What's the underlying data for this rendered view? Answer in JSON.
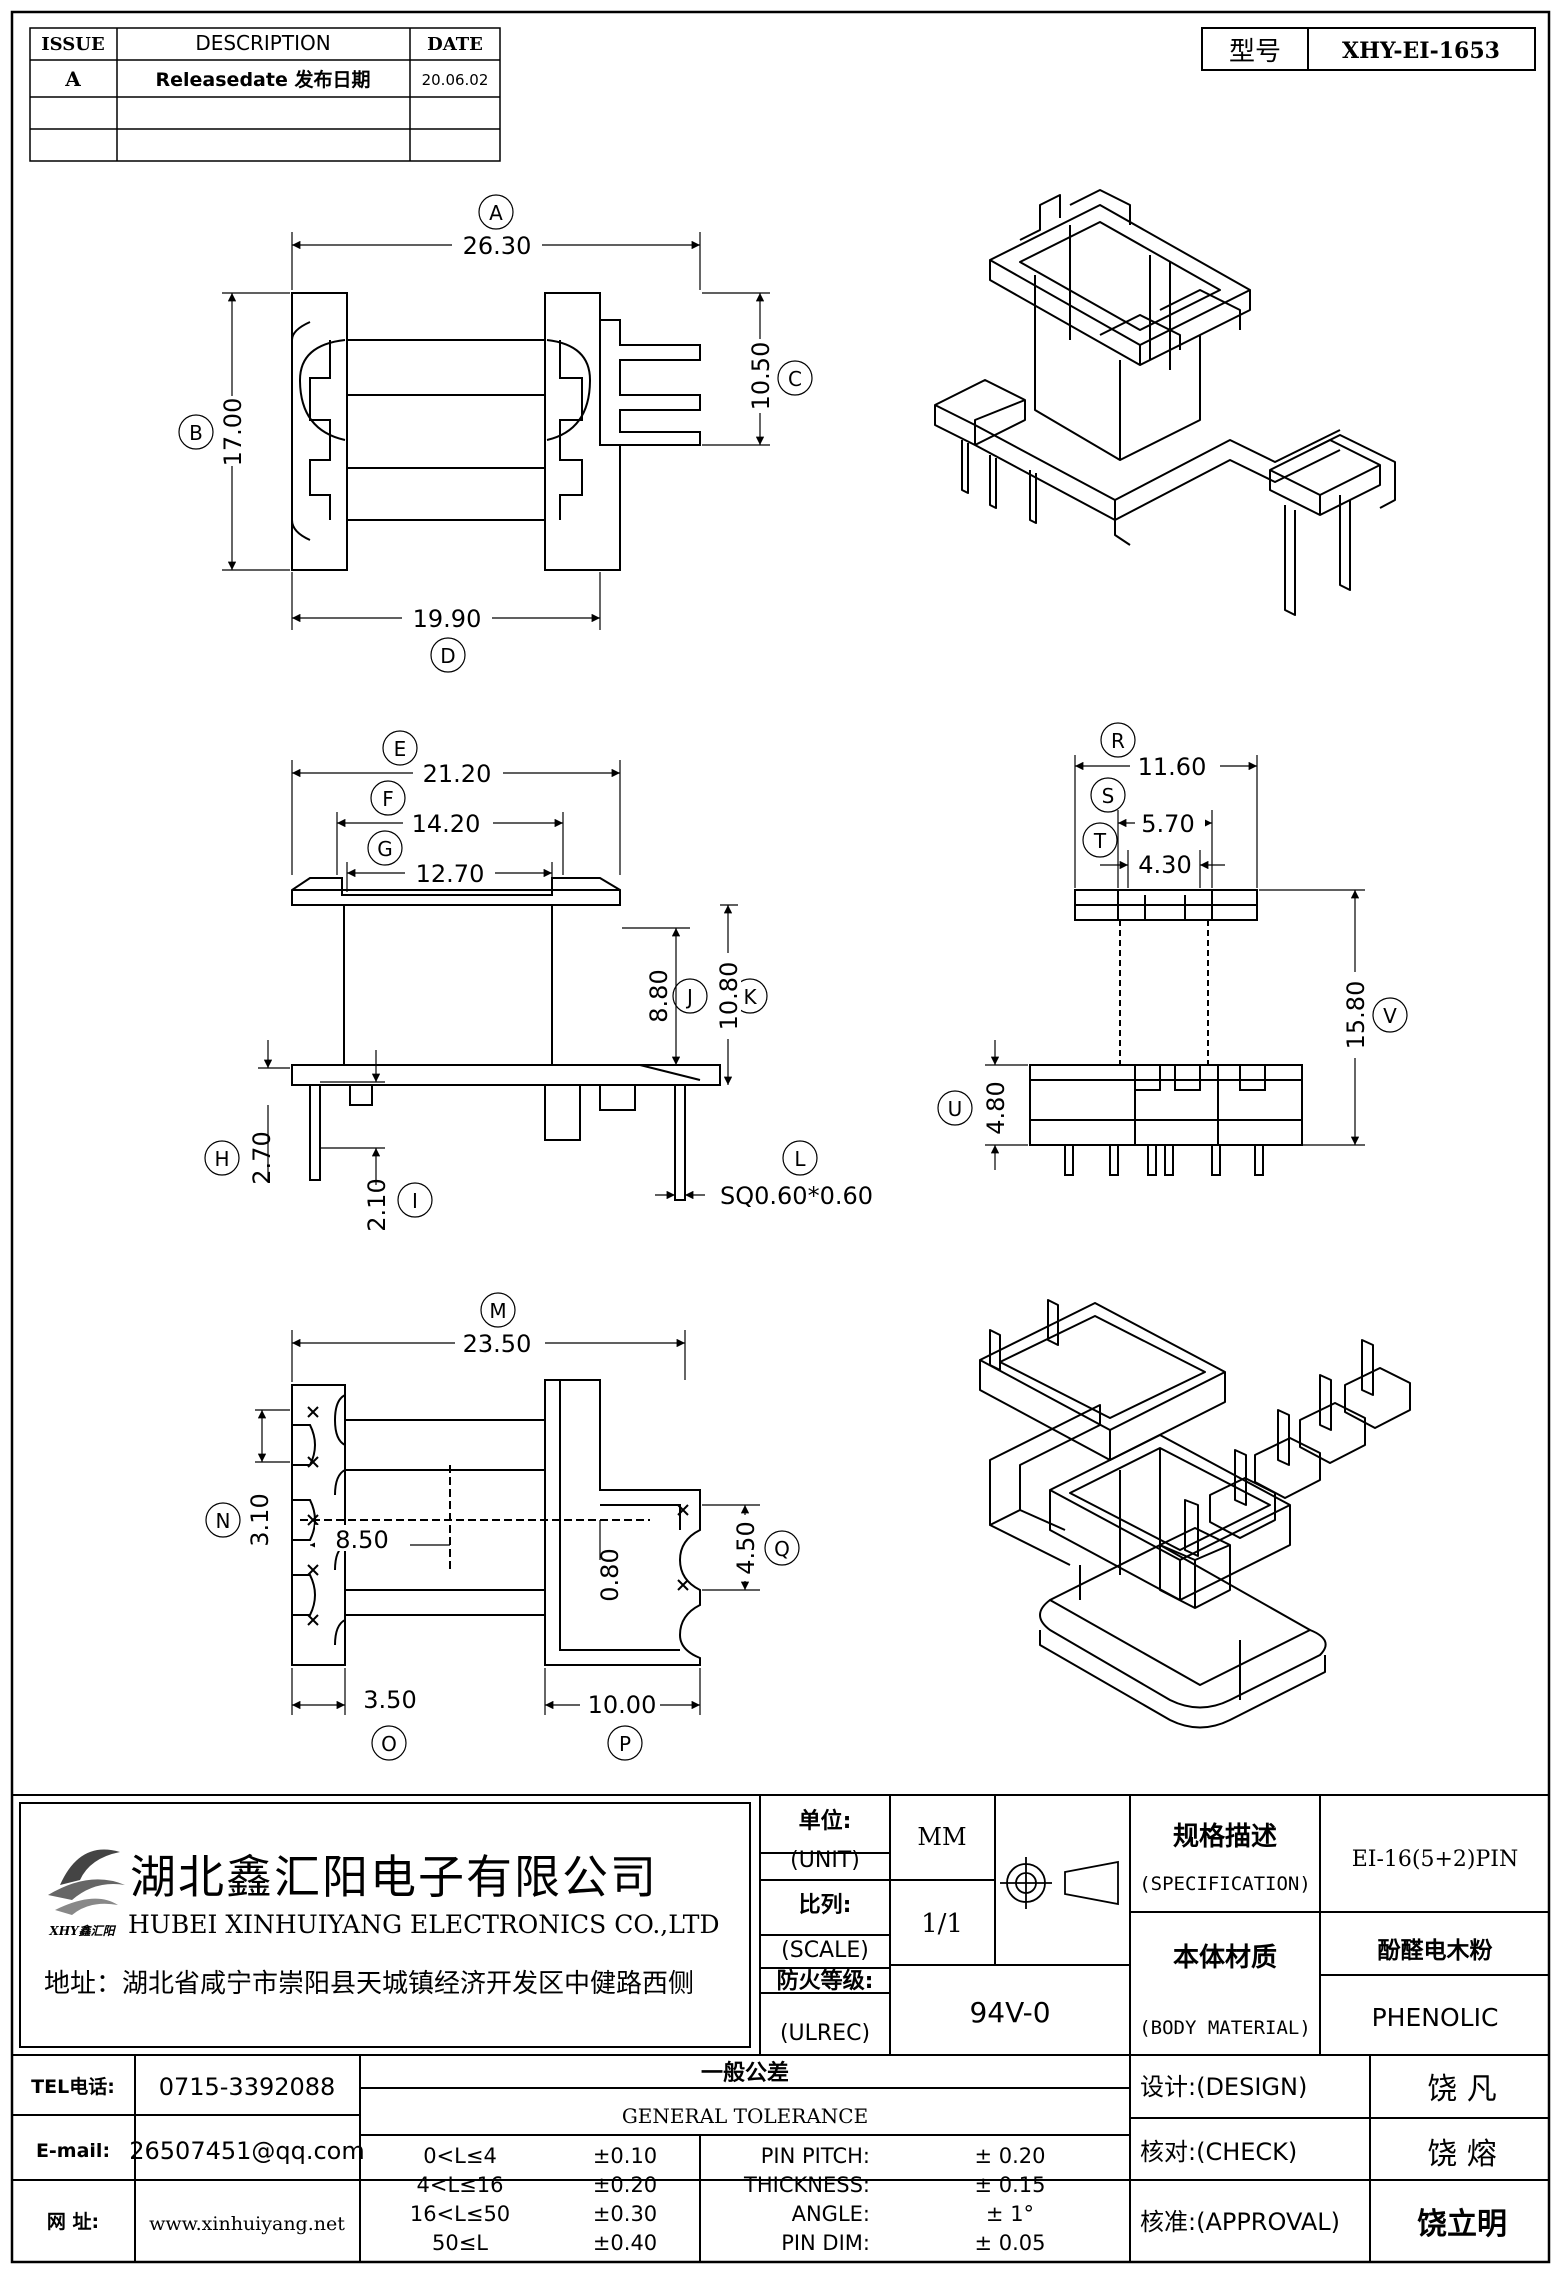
{
  "revision_table": {
    "headers": [
      "ISSUE",
      "DESCRIPTION",
      "DATE"
    ],
    "rows": [
      {
        "issue": "A",
        "description": "Releasedate 发布日期",
        "date": "20.06.02"
      },
      {
        "issue": "",
        "description": "",
        "date": ""
      },
      {
        "issue": "",
        "description": "",
        "date": ""
      }
    ]
  },
  "model": {
    "label": "型号",
    "value": "XHY-EI-1653"
  },
  "top_view": {
    "dim_A": {
      "letter": "A",
      "value": "26.30"
    },
    "dim_B": {
      "letter": "B",
      "value": "17.00"
    },
    "dim_C": {
      "letter": "C",
      "value": "10.50"
    },
    "dim_D": {
      "letter": "D",
      "value": "19.90"
    }
  },
  "front_view": {
    "dim_E": {
      "letter": "E",
      "value": "21.20"
    },
    "dim_F": {
      "letter": "F",
      "value": "14.20"
    },
    "dim_G": {
      "letter": "G",
      "value": "12.70"
    },
    "dim_H": {
      "letter": "H",
      "value": "2.70"
    },
    "dim_I": {
      "letter": "I",
      "value": "2.10"
    },
    "dim_J": {
      "letter": "J",
      "value": "8.80"
    },
    "dim_K": {
      "letter": "K",
      "value": "10.80"
    },
    "dim_L": {
      "letter": "L",
      "value": "SQ0.60*0.60"
    }
  },
  "side_view": {
    "dim_R": {
      "letter": "R",
      "value": "11.60"
    },
    "dim_S": {
      "letter": "S",
      "value": "5.70"
    },
    "dim_T": {
      "letter": "T",
      "value": "4.30"
    },
    "dim_U": {
      "letter": "U",
      "value": "4.80"
    },
    "dim_V": {
      "letter": "V",
      "value": "15.80"
    }
  },
  "bottom_view": {
    "dim_M": {
      "letter": "M",
      "value": "23.50"
    },
    "dim_N": {
      "letter": "N",
      "value": "3.10"
    },
    "dim_pin": {
      "value": "8.50"
    },
    "dim_slot": {
      "value": "0.80"
    },
    "dim_O": {
      "letter": "O",
      "value": "3.50"
    },
    "dim_P": {
      "letter": "P",
      "value": "10.00"
    },
    "dim_Q": {
      "letter": "Q",
      "value": "4.50"
    }
  },
  "company": {
    "name_cn": "湖北鑫汇阳电子有限公司",
    "name_en": "HUBEI XINHUIYANG ELECTRONICS CO.,LTD",
    "logo_text": "XHY鑫汇阳",
    "address": "地址：湖北省咸宁市崇阳县天城镇经济开发区中健路西侧"
  },
  "title_block": {
    "unit_cn": "单位:",
    "unit_en": "(UNIT)",
    "unit_value": "MM",
    "scale_cn": "比列:",
    "scale_en": "(SCALE)",
    "scale_value": "1/1",
    "ulrec_cn": "防火等级:",
    "ulrec_en": "(ULREC)",
    "ulrec_value": "94V-0",
    "spec_cn": "规格描述",
    "spec_en": "(SPECIFICATION)",
    "spec_value": "EI-16(5+2)PIN",
    "material_cn": "本体材质",
    "material_en": "(BODY MATERIAL)",
    "material_value_cn": "酚醛电木粉",
    "material_value_en": "PHENOLIC"
  },
  "contact": {
    "tel_label": "TEL电话:",
    "tel": "0715-3392088",
    "email_label": "E-mail:",
    "email": "26507451@qq.com",
    "web_label": "网  址:",
    "web": "www.xinhuiyang.net"
  },
  "tolerance": {
    "title_cn": "一般公差",
    "title_en": "GENERAL TOLERANCE",
    "ranges": [
      {
        "range": "0<L≤4",
        "tol": "±0.10"
      },
      {
        "range": "4<L≤16",
        "tol": "±0.20"
      },
      {
        "range": "16<L≤50",
        "tol": "±0.30"
      },
      {
        "range": "50≤L",
        "tol": "±0.40"
      }
    ],
    "specs": [
      {
        "name": "PIN PITCH:",
        "tol": "±  0.20"
      },
      {
        "name": "THICKNESS:",
        "tol": "±  0.15"
      },
      {
        "name": "ANGLE:",
        "tol": "±  1°"
      },
      {
        "name": "PIN DIM:",
        "tol": "±  0.05"
      }
    ]
  },
  "approvals": {
    "design_label": "设计:(DESIGN)",
    "design_name": "饶  凡",
    "check_label": "核对:(CHECK)",
    "check_name": "饶  熔",
    "approval_label": "核准:(APPROVAL)",
    "approval_name": "饶立明"
  }
}
